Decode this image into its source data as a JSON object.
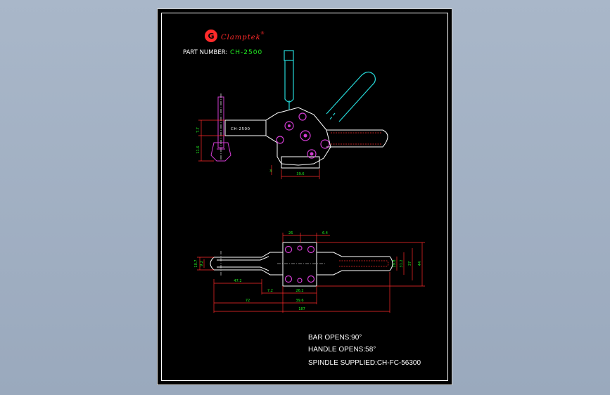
{
  "brand": {
    "logo_letter": "G",
    "name": "Clamptek",
    "mark": "®"
  },
  "part": {
    "label": "PART NUMBER:",
    "value": "CH-2500"
  },
  "side_view": {
    "label": "CH-2500",
    "dims": {
      "d1": "39.6",
      "d2": "3",
      "h1": "11.6",
      "h2": "7.7"
    }
  },
  "top_view": {
    "dims": {
      "top_a": "26",
      "top_b": "6.4",
      "l1": "47.2",
      "l2": "7.2",
      "l3": "26.2",
      "l4": "72",
      "l5": "39.6",
      "total": "187",
      "w1": "10.7",
      "w2": "9.2",
      "r1": "19.8",
      "r2": "31.2",
      "r3": "37",
      "r4": "44"
    }
  },
  "specs": {
    "bar_opens": "BAR OPENS:90°",
    "handle_opens": "HANDLE OPENS:58°",
    "spindle": "SPINDLE SUPPLIED:CH-FC-56300"
  },
  "colors": {
    "red": "#ff2a2a",
    "cyan": "#25d6d6",
    "green": "#22ee22",
    "magenta": "#d23cd2",
    "white": "#ffffff"
  }
}
